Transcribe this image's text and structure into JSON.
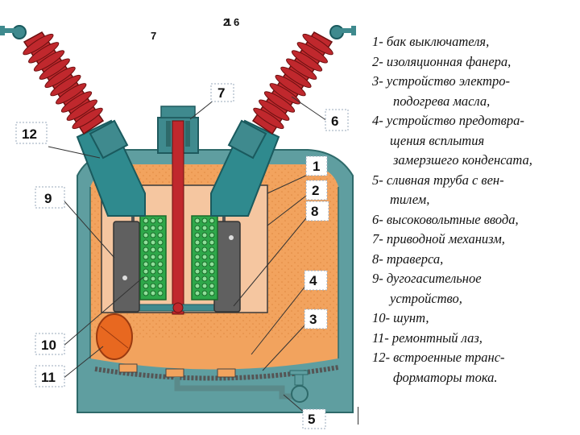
{
  "top_labels": {
    "left": "7",
    "right_a": "2",
    "right_b": "1",
    "right_c": "6"
  },
  "callouts": {
    "c1": "1",
    "c2": "2",
    "c3": "3",
    "c4": "4",
    "c5": "5",
    "c6": "6",
    "c7": "7",
    "c8": "8",
    "c9": "9",
    "c10": "10",
    "c11": "11",
    "c12": "12"
  },
  "legend": [
    {
      "lines": [
        "1- бак выключателя,"
      ]
    },
    {
      "lines": [
        "2- изоляционная фанера,"
      ]
    },
    {
      "lines": [
        "3- устройство электро-",
        "подогрева масла,"
      ]
    },
    {
      "lines": [
        "4- устройство предотвра-",
        "щения всплытия",
        "замерзшего конденсата,"
      ]
    },
    {
      "lines": [
        "5- сливная труба с вен-",
        "тилем,"
      ]
    },
    {
      "lines": [
        "6- высоковольтные ввода,"
      ]
    },
    {
      "lines": [
        "7- приводной механизм,"
      ]
    },
    {
      "lines": [
        "8- траверса,"
      ]
    },
    {
      "lines": [
        "9- дугогасительное",
        "устройство,"
      ]
    },
    {
      "lines": [
        "10- шунт,"
      ]
    },
    {
      "lines": [
        "11- ремонтный лаз,"
      ]
    },
    {
      "lines": [
        "12- встроенные транс-",
        "форматоры тока."
      ]
    }
  ],
  "colors": {
    "tank_wall": "#5f9ea0",
    "oil": "#f2a35e",
    "plywood": "#f5c6a0",
    "bushing": "#c0282d",
    "arc_chute": "#606060",
    "shunt": "#2ea84a",
    "manhole": "#e86820"
  }
}
